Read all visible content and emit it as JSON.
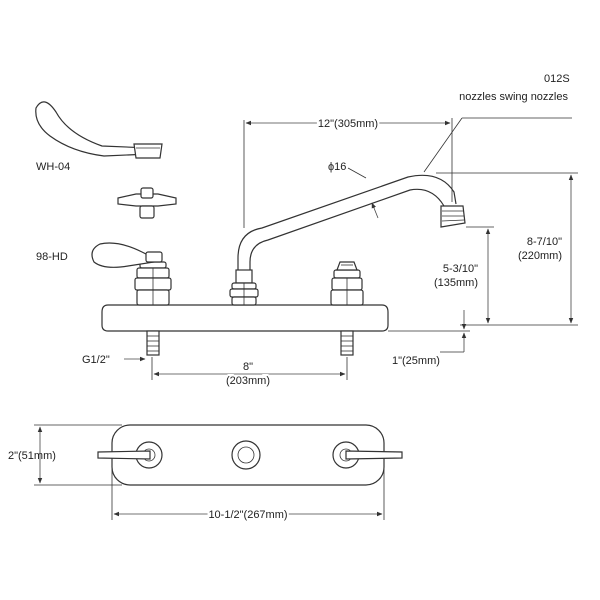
{
  "callouts": {
    "model": "012S",
    "swing_note": "nozzles swing nozzles",
    "handle_wrist": "WH-04",
    "handle_lever": "98-HD",
    "diameter": "ϕ16",
    "inlet_thread": "G1/2\""
  },
  "dimensions": {
    "spout_reach": "12\"(305mm)",
    "overall_height_in": "8-7/10\"",
    "overall_height_mm": "(220mm)",
    "spout_height_in": "5-3/10\"",
    "spout_height_mm": "(135mm)",
    "center_spacing_in": "8\"",
    "center_spacing_mm": "(203mm)",
    "deck_thickness": "1\"(25mm)",
    "base_depth": "2\"(51mm)",
    "base_length": "10-1/2\"(267mm)"
  }
}
